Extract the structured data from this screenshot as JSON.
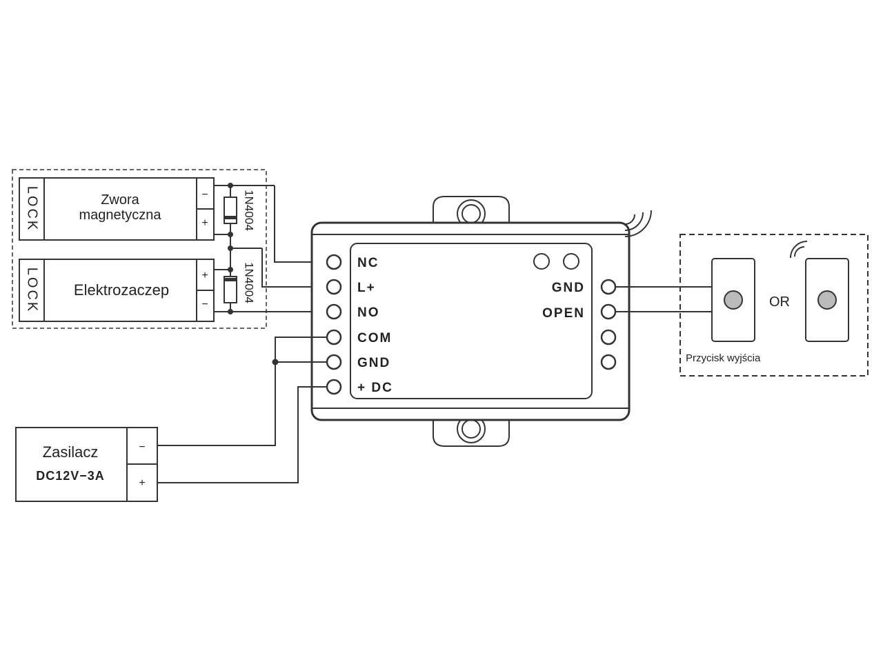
{
  "locks": {
    "top": {
      "side_label": "LOCK",
      "name_line1": "Zwora",
      "name_line2": "magnetyczna",
      "term_minus": "−",
      "term_plus": "+",
      "diode": "1N4004"
    },
    "bottom": {
      "side_label": "LOCK",
      "name": "Elektrozaczep",
      "term_plus": "+",
      "term_minus": "−",
      "diode": "1N4004"
    }
  },
  "controller": {
    "left_terminals": [
      "NC",
      "L+",
      "NO",
      "COM",
      "GND",
      "+ DC"
    ],
    "right_terminals": [
      "GND",
      "OPEN"
    ]
  },
  "exit_buttons": {
    "or_label": "OR",
    "caption": "Przycisk wyjścia"
  },
  "power_supply": {
    "name": "Zasilacz",
    "rating": "DC12V−3A",
    "term_minus": "−",
    "term_plus": "+"
  }
}
